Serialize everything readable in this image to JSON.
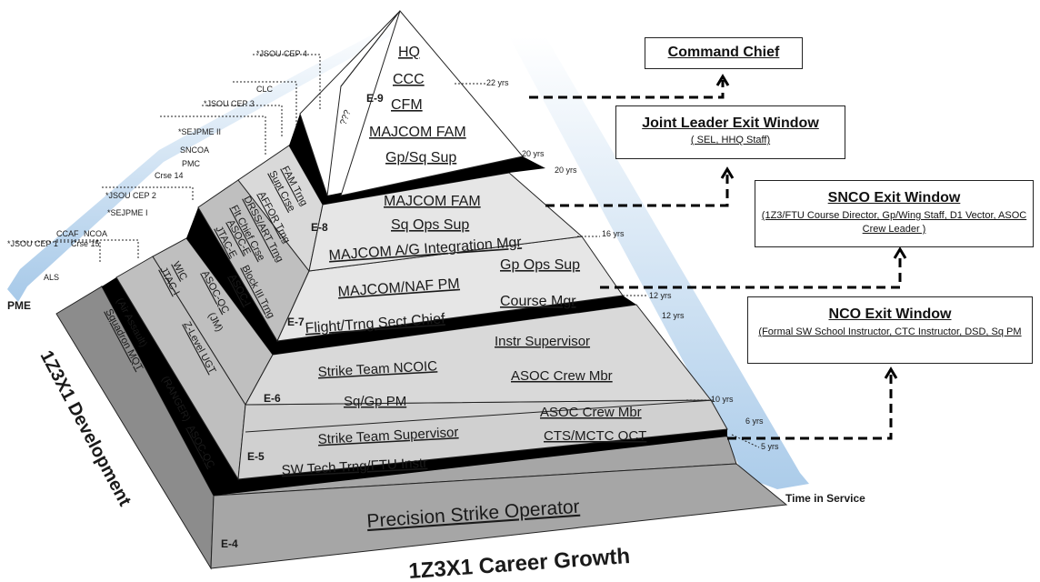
{
  "chart_data": {
    "type": "career-pyramid",
    "title": "1Z3X1 Career Growth",
    "left_label": "1Z3X1 Development",
    "time_axis_label": "Time in Service",
    "pme_axis_label": "PME",
    "tiers": [
      {
        "grade": "E-9",
        "side": "???",
        "front": [
          "HQ",
          "CCC",
          "CFM",
          "MAJCOM FAM",
          "Gp/Sq Sup"
        ]
      },
      {
        "grade": "E-8",
        "side": [
          "FAM Trng",
          "Supt Crse",
          "AFFOR Trng",
          "DRSS/ART Trng",
          "Flt Chief Crse"
        ],
        "front": [
          "MAJCOM FAM",
          "Sq Ops Sup",
          "MAJCOM A/G Integration Mgr"
        ]
      },
      {
        "grade": "E-7",
        "side": [
          "ASOC-E",
          "JTAC-E",
          "Block III Trng",
          "ASOC-I"
        ],
        "front": [
          "MAJCOM/NAF PM",
          "Gp Ops Sup",
          "Flight/Trng Sect Chief",
          "Course Mgr"
        ]
      },
      {
        "grade": "E-6",
        "side": [
          "WIC",
          "JTAC-I",
          "ASOC-QC",
          "(JM)",
          "Z-Level UGT"
        ],
        "front": [
          "Strike Team NCOIC",
          "Instr Supervisor",
          "Sq/Gp PM",
          "ASOC Crew Mbr"
        ]
      },
      {
        "grade": "E-5",
        "side": [
          "(Air Assault)",
          "(RANGER)",
          "Squadron MQT",
          "ASOC-QC"
        ],
        "front": [
          "Strike Team Supervisor",
          "ASOC Crew Mbr",
          "SW Tech Trng/FTU Instr",
          "CTS/MCTC OCT"
        ]
      },
      {
        "grade": "E-4",
        "front": [
          "Precision Strike Operator"
        ]
      }
    ],
    "years": [
      "22 yrs",
      "20 yrs",
      "20 yrs",
      "16 yrs",
      "12 yrs",
      "12 yrs",
      "10 yrs",
      "6 yrs",
      "5 yrs"
    ],
    "pme": [
      "*JSOU CEP 4",
      "CLC",
      "*JSOU CEP 3",
      "*SEJPME II",
      "SNCOA",
      "PMC",
      "Crse 14",
      "*JSOU CEP 2",
      "*SEJPME I",
      "CCAF",
      "NCOA",
      "*JSOU CEP 1",
      "Crse 15",
      "ALS"
    ]
  },
  "exit_windows": {
    "command_chief": {
      "title": "Command Chief"
    },
    "joint_leader": {
      "title": "Joint Leader Exit Window",
      "sub": "( SEL, HHQ Staff)"
    },
    "snco": {
      "title": "SNCO Exit Window",
      "sub": "(1Z3/FTU Course Director, Gp/Wing Staff, D1 Vector, ASOC Crew Leader  )"
    },
    "nco": {
      "title": "NCO Exit Window",
      "sub": "(Formal SW School Instructor, CTC Instructor, DSD, Sq PM"
    }
  },
  "colors": {
    "front_light": "#ffffff",
    "front_gray": "#d9d9d9",
    "front_dark": "#bfbfbf",
    "band": "#000000",
    "base": "#a6a6a6",
    "arrow": "#bdd7ee"
  }
}
